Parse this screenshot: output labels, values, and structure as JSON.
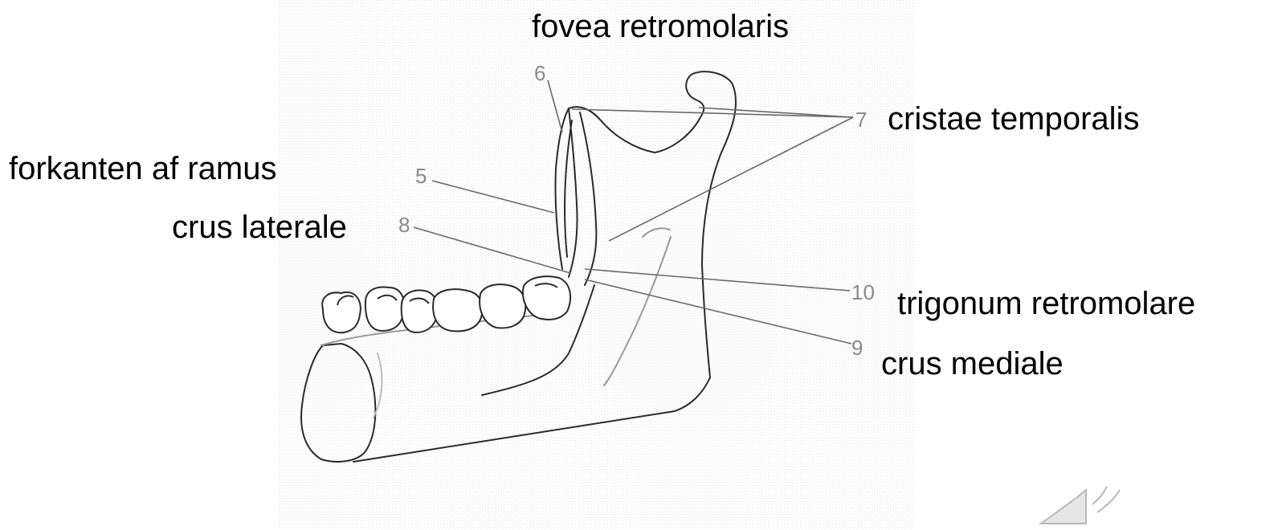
{
  "labels": {
    "fovea_retromolaris": "fovea retromolaris",
    "cristae_temporalis": "cristae temporalis",
    "forkanten_af_ramus": "forkanten af ramus",
    "crus_laterale": "crus laterale",
    "trigonum_retromolare": "trigonum retromolare",
    "crus_mediale": "crus mediale"
  },
  "numbers": {
    "n5": "5",
    "n6": "6",
    "n7": "7",
    "n8": "8",
    "n9": "9",
    "n10": "10"
  },
  "icons": {
    "speaker": "speaker-icon"
  }
}
